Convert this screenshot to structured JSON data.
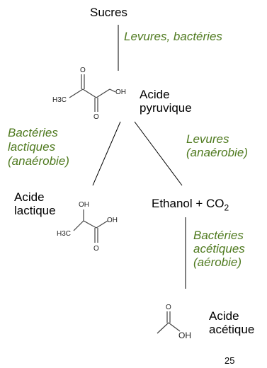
{
  "nodes": {
    "sucres": "Sucres",
    "acide_pyruvique": [
      "Acide",
      "pyruvique"
    ],
    "acide_lactique": [
      "Acide",
      "lactique"
    ],
    "ethanol_prefix": "Ethanol + CO",
    "ethanol_sub": "2",
    "acide_acetique": [
      "Acide",
      "acétique"
    ]
  },
  "agents": {
    "levures_bacteries": "Levures, bactéries",
    "bacteries_lactiques": [
      "Bactéries",
      "lactiques",
      "(anaérobie)"
    ],
    "levures_anaerobie": [
      "Levures",
      "(anaérobie)"
    ],
    "bacteries_acetiques": [
      "Bactéries",
      "acétiques",
      "(aérobie)"
    ]
  },
  "structures": {
    "pyruvic": {
      "o": "O",
      "oh": "OH",
      "h3c": "H3C"
    },
    "lactic": {
      "oh_top": "OH",
      "oh": "OH",
      "o": "O",
      "h3c": "H3C"
    },
    "acetic": {
      "o": "O",
      "oh": "OH"
    }
  },
  "colors": {
    "agent_text": "#4f7a1f",
    "line": "#000000"
  },
  "page_number": "25"
}
